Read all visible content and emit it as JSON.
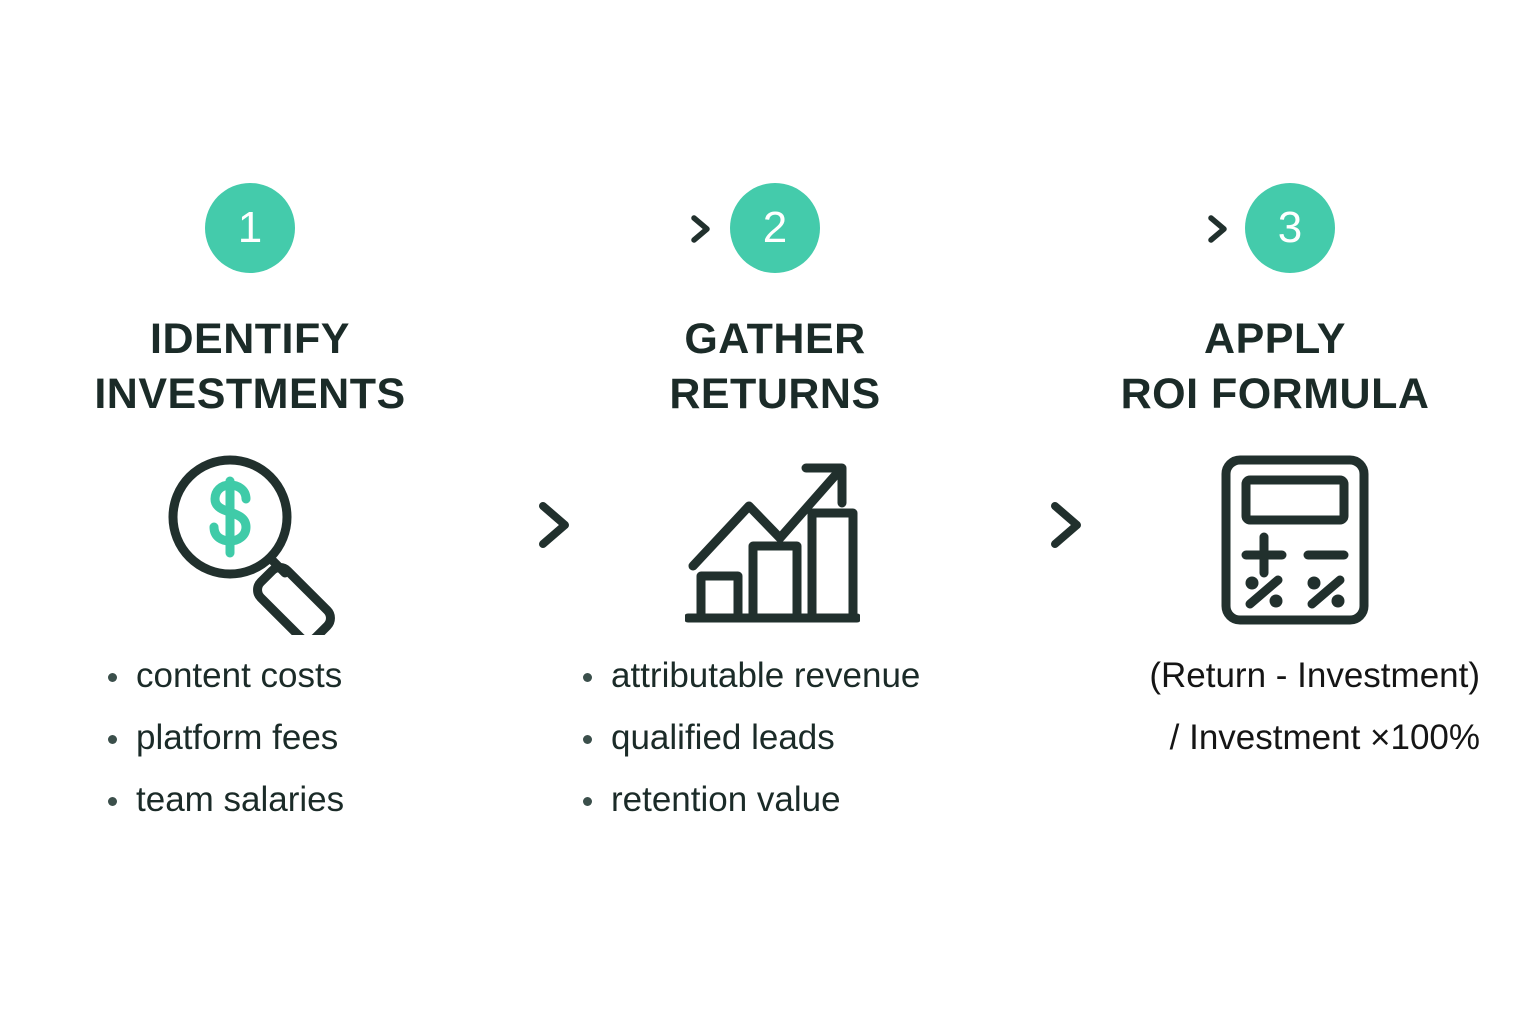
{
  "theme": {
    "accent": "#44cbab",
    "ink": "#1b2b28",
    "bullet": "#3b4f4b",
    "background": "#ffffff",
    "icon_stroke": "#21302d",
    "badge_text": "#ffffff"
  },
  "steps": [
    {
      "number": "1",
      "heading_line1": "IDENTIFY",
      "heading_line2": "INVESTMENTS",
      "icon": "magnifier-dollar-icon",
      "bullets": [
        "content costs",
        "platform fees",
        "team salaries"
      ]
    },
    {
      "number": "2",
      "heading_line1": "GATHER",
      "heading_line2": "RETURNS",
      "icon": "growth-bar-chart-icon",
      "bullets": [
        "attributable revenue",
        "qualified leads",
        "retention value"
      ]
    },
    {
      "number": "3",
      "heading_line1": "APPLY",
      "heading_line2": "ROI FORMULA",
      "icon": "calculator-icon",
      "formula_line1": "(Return - Investment)",
      "formula_line2": "/ Investment ×100%"
    }
  ],
  "connectors": {
    "chevron": "chevron-right-icon",
    "arrow": "arrow-right-icon"
  }
}
